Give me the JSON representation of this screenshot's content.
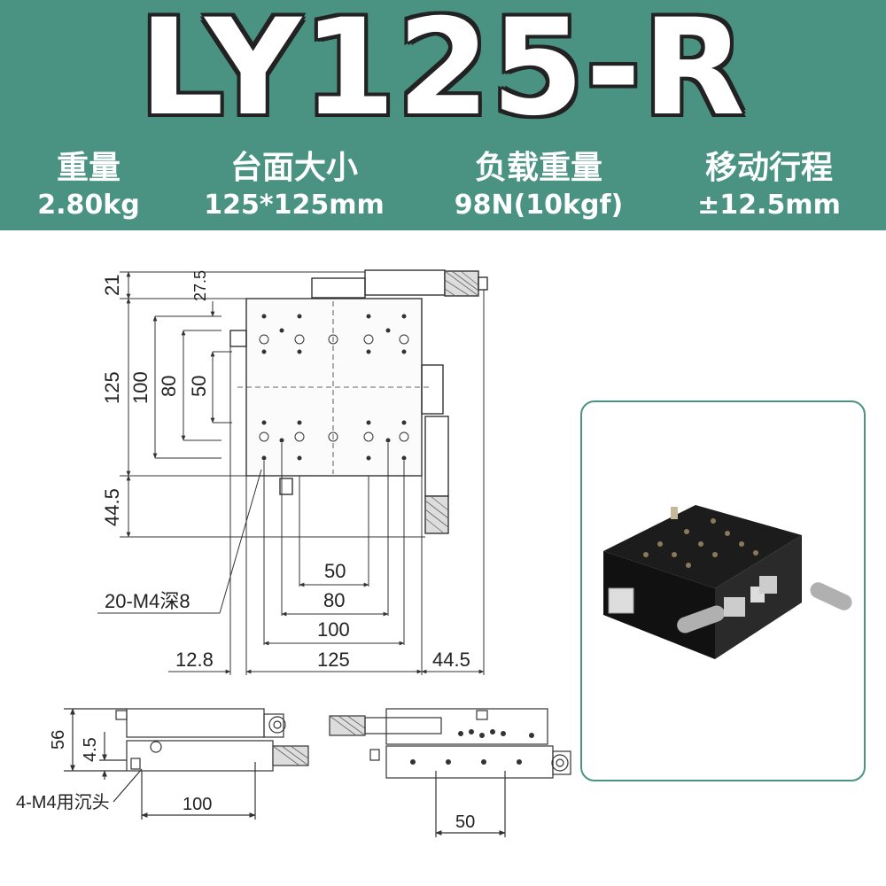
{
  "title": "LY125-R",
  "specs": [
    {
      "label": "重量",
      "value": "2.80kg"
    },
    {
      "label": "台面大小",
      "value": "125*125mm"
    },
    {
      "label": "负载重量",
      "value": "98N(10kgf)"
    },
    {
      "label": "移动行程",
      "value": "±12.5mm"
    }
  ],
  "drawing": {
    "left_dims": [
      "21",
      "27.5",
      "125",
      "100",
      "80",
      "50",
      "44.5"
    ],
    "bottom_dims": [
      "50",
      "80",
      "100",
      "12.8",
      "125",
      "44.5"
    ],
    "hole_note": "20-M4深8",
    "side_dims": [
      "56",
      "4.5",
      "100"
    ],
    "mount_note": "4-M4用沉头",
    "front_dim": "50"
  },
  "colors": {
    "header": "#4a9382",
    "title_outline": "#222222"
  }
}
